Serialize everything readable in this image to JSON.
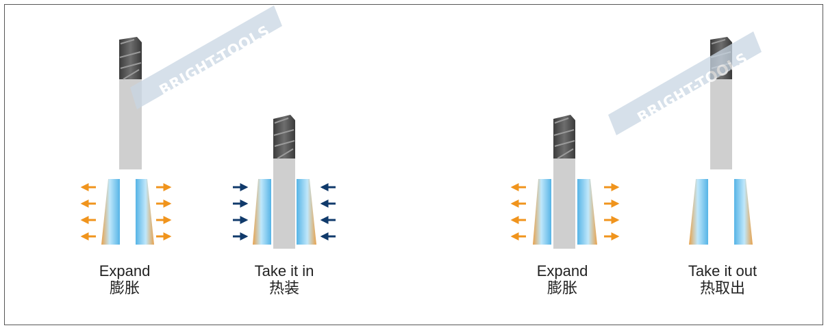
{
  "watermark": "BRIGHT-TOOLS",
  "colors": {
    "expand_arrow": "#f0941d",
    "shrink_arrow": "#103a6b",
    "shank": "#cfcfcf",
    "tool_head": "#555555",
    "holder_light": "#bfe7fb",
    "holder_blue": "#56b4e6",
    "holder_orange": "#e8a24c",
    "watermark_band": "#c9d6e3"
  },
  "panels": [
    {
      "mode": "expand",
      "caption_en": "Expand",
      "caption_zh": "膨胀"
    },
    {
      "mode": "shrink",
      "caption_en": "Take it in",
      "caption_zh": "热装"
    },
    {
      "mode": "expand",
      "caption_en": "Expand",
      "caption_zh": "膨胀"
    },
    {
      "mode": "release",
      "caption_en": "Take it out",
      "caption_zh": "热取出"
    }
  ]
}
